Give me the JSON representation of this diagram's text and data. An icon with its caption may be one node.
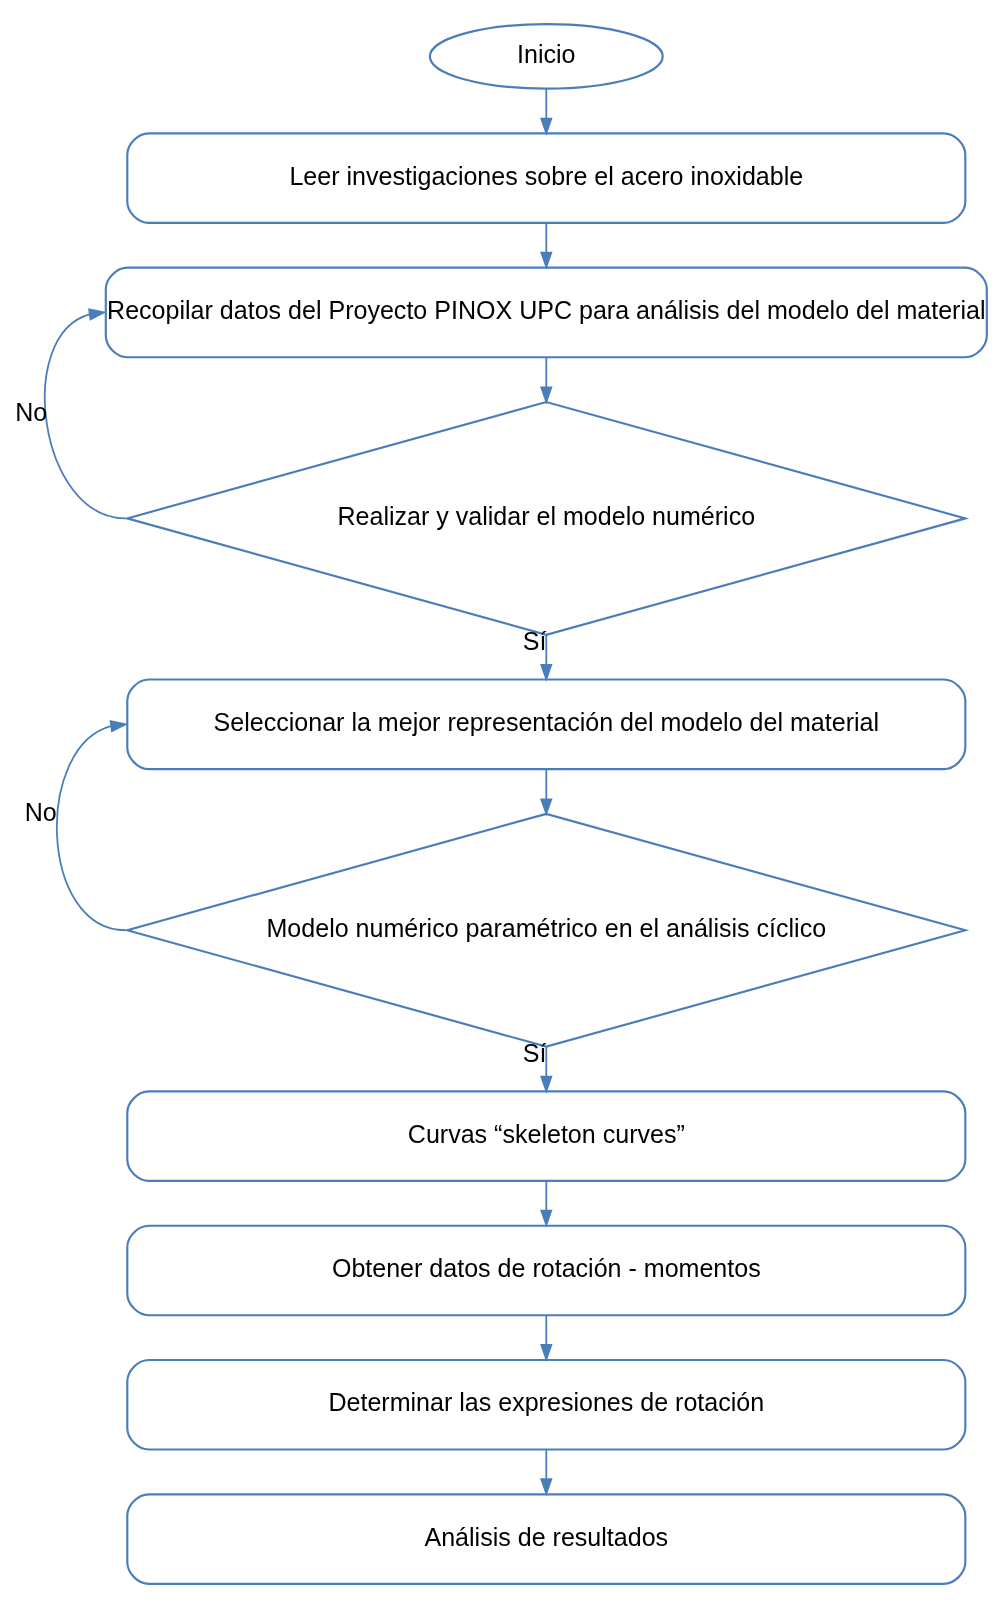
{
  "diagram": {
    "nodes": [
      {
        "text": [
          "Inicio"
        ]
      },
      {
        "text": [
          "Leer investigaciones sobre el acero inoxidable"
        ]
      },
      {
        "text": [
          "Recopilar datos del Proyecto PINOX UPC para análisis del modelo del material"
        ]
      },
      {
        "text": [
          "Realizar y validar el modelo numérico"
        ]
      },
      {
        "text": [
          "Seleccionar la mejor representación del modelo del material"
        ]
      },
      {
        "text": [
          "Modelo numérico paramétrico en el análisis cíclico"
        ]
      },
      {
        "text": [
          "Curvas “skeleton curves”"
        ]
      },
      {
        "text": [
          "Obtener datos de rotación - momentos"
        ]
      },
      {
        "text": [
          "Determinar las expresiones de rotación"
        ]
      },
      {
        "text": [
          "Análisis de resultados"
        ]
      }
    ],
    "edges": [
      {
        "from": 0,
        "to": 1,
        "arrow": "to"
      },
      {
        "from": 1,
        "to": 2,
        "arrow": "to"
      },
      {
        "from": 2,
        "to": 3,
        "arrow": "to"
      },
      {
        "from": 3,
        "to": 2,
        "arrow": "to",
        "label": "No"
      },
      {
        "from": 3,
        "to": 4,
        "arrow": "to",
        "label": "Sí"
      },
      {
        "from": 4,
        "to": 5,
        "arrow": "to"
      },
      {
        "from": 5,
        "to": 4,
        "arrow": "to",
        "label": "No"
      },
      {
        "from": 5,
        "to": 6,
        "arrow": "to",
        "label": "Sí"
      },
      {
        "from": 6,
        "to": 7,
        "arrow": "to"
      },
      {
        "from": 7,
        "to": 8,
        "arrow": "to"
      },
      {
        "from": 8,
        "to": 9,
        "arrow": "to"
      }
    ]
  }
}
